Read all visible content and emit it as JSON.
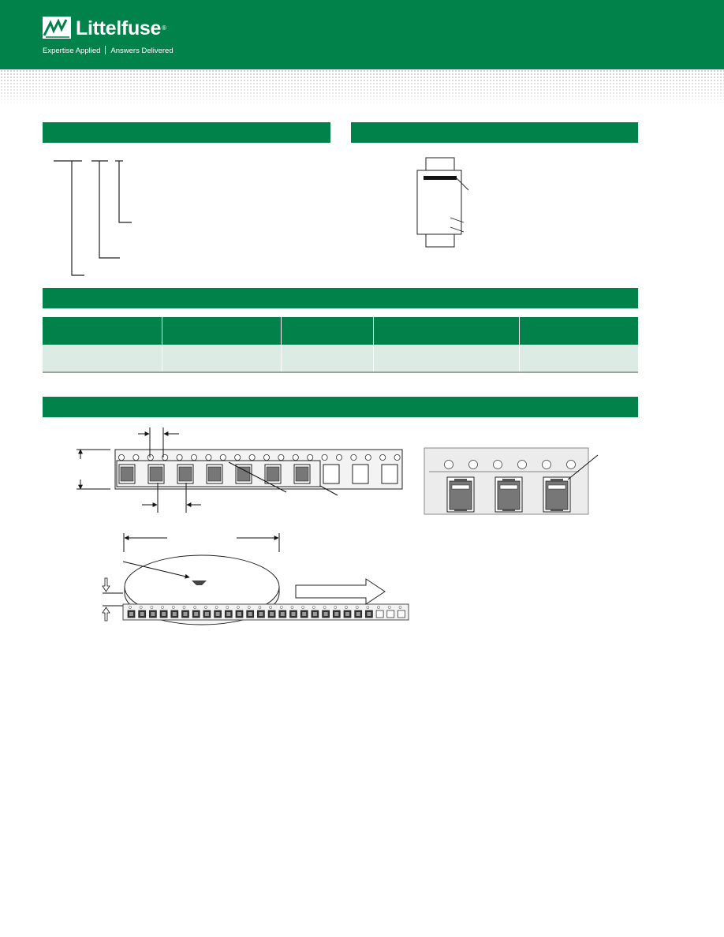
{
  "header": {
    "brand_name": "Littelfuse",
    "registered_mark": "®",
    "tagline_left": "Expertise Applied",
    "tagline_right": "Answers Delivered"
  },
  "colors": {
    "brand_green": "#00824a",
    "table_row": "#dcebe3",
    "component_body": "#777777"
  },
  "icons": {
    "logo": "littelfuse-logo-mark",
    "direction": "arrow-right-outline-icon"
  }
}
